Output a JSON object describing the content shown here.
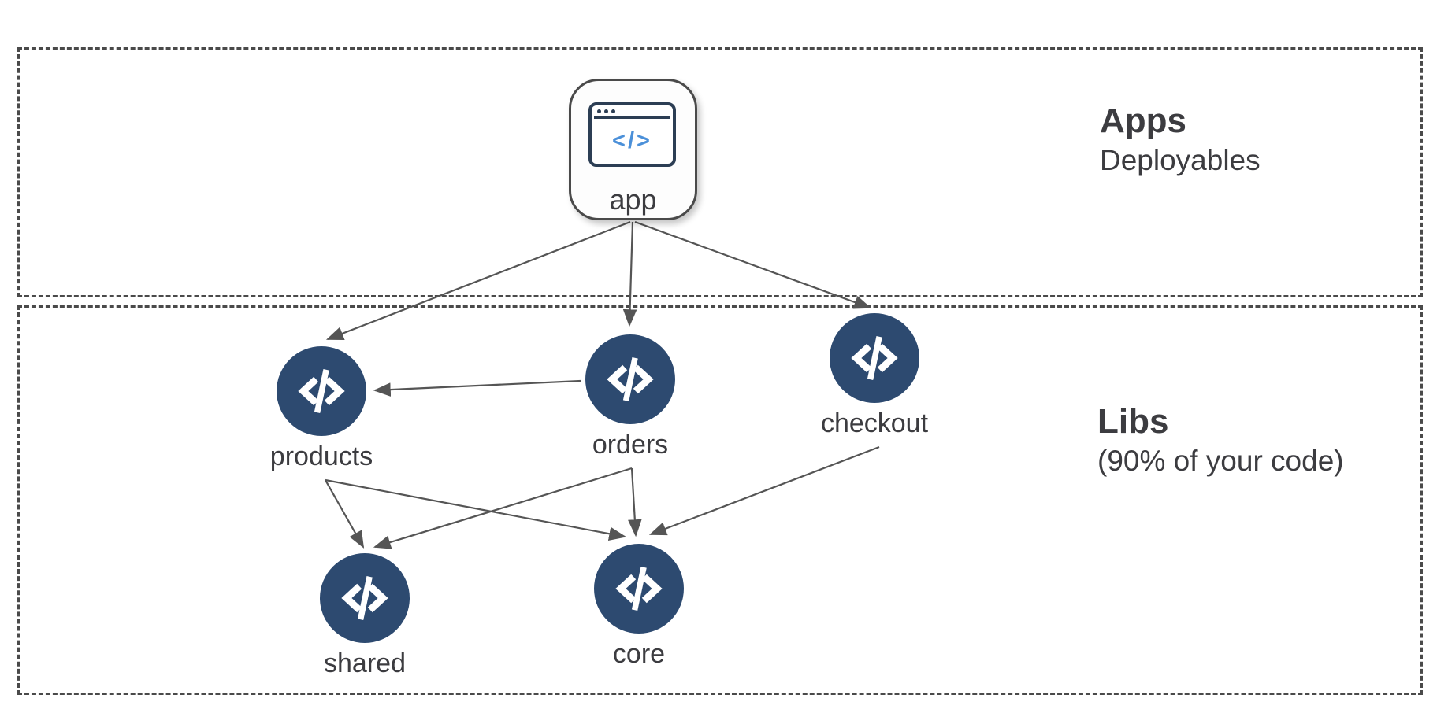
{
  "diagram": {
    "regions": {
      "apps": {
        "title": "Apps",
        "subtitle": "Deployables"
      },
      "libs": {
        "title": "Libs",
        "subtitle": "(90% of your code)"
      }
    },
    "app_node": {
      "label": "app",
      "icon": "browser-code-icon",
      "code_glyph": "</>"
    },
    "lib_nodes": [
      {
        "id": "products",
        "label": "products",
        "icon": "code-icon"
      },
      {
        "id": "orders",
        "label": "orders",
        "icon": "code-icon"
      },
      {
        "id": "checkout",
        "label": "checkout",
        "icon": "code-icon"
      },
      {
        "id": "shared",
        "label": "shared",
        "icon": "code-icon"
      },
      {
        "id": "core",
        "label": "core",
        "icon": "code-icon"
      }
    ],
    "edges": [
      {
        "from": "app",
        "to": "products"
      },
      {
        "from": "app",
        "to": "orders"
      },
      {
        "from": "app",
        "to": "checkout"
      },
      {
        "from": "orders",
        "to": "products"
      },
      {
        "from": "products",
        "to": "shared"
      },
      {
        "from": "products",
        "to": "core"
      },
      {
        "from": "orders",
        "to": "shared"
      },
      {
        "from": "orders",
        "to": "core"
      },
      {
        "from": "checkout",
        "to": "core"
      }
    ],
    "colors": {
      "background": "#ffffff",
      "region_border": "#4a4a4a",
      "edge": "#555555",
      "text": "#3c3c40",
      "lib_node_fill": "#2d4a70",
      "lib_node_glyph": "#ffffff",
      "app_node_fill": "#fdfdfd",
      "app_icon_border": "#2c3e54",
      "app_code_blue": "#4b90d9"
    }
  }
}
